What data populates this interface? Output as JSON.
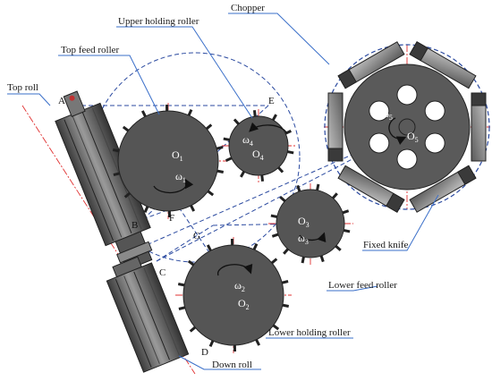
{
  "labels": {
    "chopper": "Chopper",
    "upper_holding_roller": "Upper holding roller",
    "top_feed_roller": "Top feed roller",
    "top_roll": "Top roll",
    "fixed_knife": "Fixed knife",
    "lower_feed_roller": "Lower feed roller",
    "lower_holding_roller": "Lower holding roller",
    "down_roll": "Down roll"
  },
  "points": {
    "A": "A",
    "B": "B",
    "C": "C",
    "D": "D",
    "E": "E",
    "F": "F",
    "G": "G"
  },
  "centers": {
    "o1": {
      "main": "O",
      "sub": "1"
    },
    "o2": {
      "main": "O",
      "sub": "2"
    },
    "o3": {
      "main": "O",
      "sub": "3"
    },
    "o4": {
      "main": "O",
      "sub": "4"
    },
    "o5": {
      "main": "O",
      "sub": "5"
    }
  },
  "omegas": {
    "w1": {
      "main": "ω",
      "sub": "1"
    },
    "w2": {
      "main": "ω",
      "sub": "2"
    },
    "w3": {
      "main": "ω",
      "sub": "3"
    },
    "w4": {
      "main": "ω",
      "sub": "4"
    },
    "w5": {
      "main": "ω",
      "sub": "5"
    }
  },
  "colors": {
    "roller_fill": "#555555",
    "roller_stroke": "#222222",
    "leader": "#3a6fc9",
    "dash": "#2b4aa0",
    "axis": "#e03030",
    "chopper_drum": "#5a5a5a"
  }
}
